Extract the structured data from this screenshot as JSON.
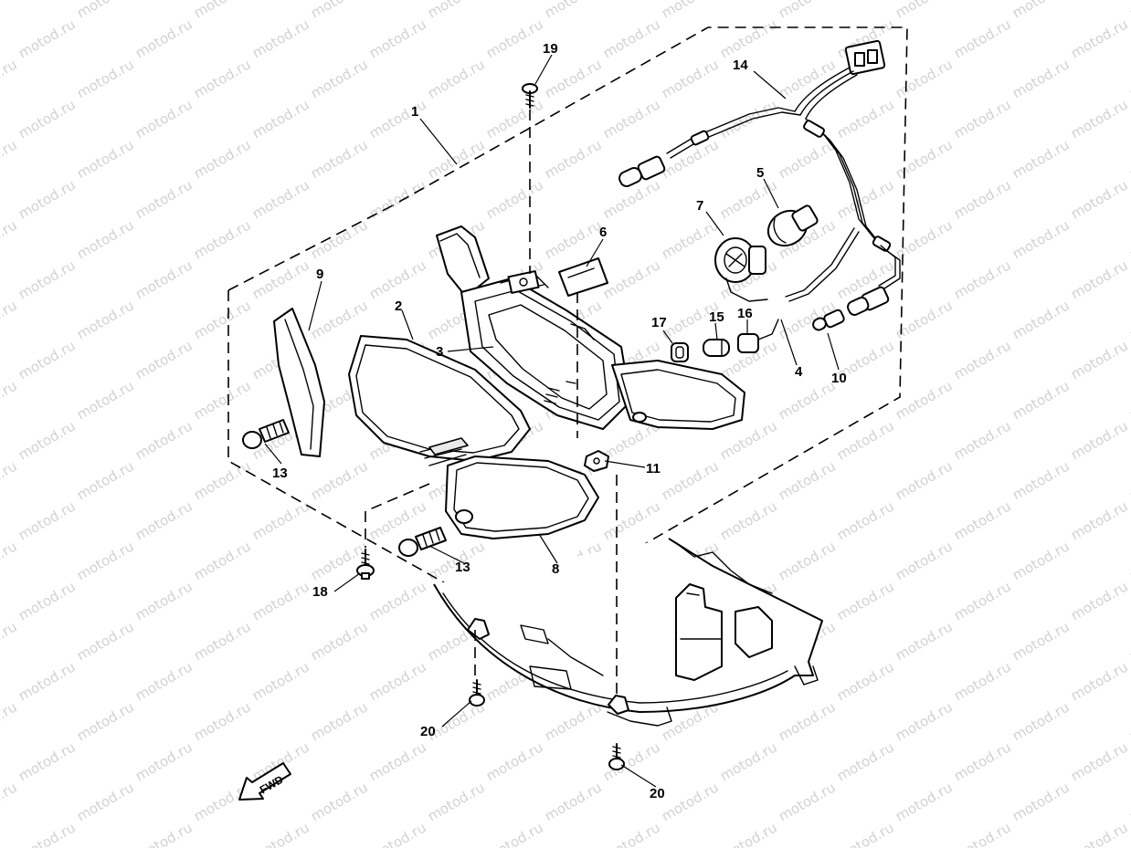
{
  "diagram": {
    "watermark": "motod.ru",
    "direction_label": "FWD",
    "callouts": [
      {
        "id": "c1",
        "label": "1"
      },
      {
        "id": "c2",
        "label": "2"
      },
      {
        "id": "c3",
        "label": "3"
      },
      {
        "id": "c4",
        "label": "4"
      },
      {
        "id": "c5",
        "label": "5"
      },
      {
        "id": "c6",
        "label": "6"
      },
      {
        "id": "c7",
        "label": "7"
      },
      {
        "id": "c8",
        "label": "8"
      },
      {
        "id": "c9",
        "label": "9"
      },
      {
        "id": "c10",
        "label": "10"
      },
      {
        "id": "c11",
        "label": "11"
      },
      {
        "id": "c13a",
        "label": "13"
      },
      {
        "id": "c13b",
        "label": "13"
      },
      {
        "id": "c14",
        "label": "14"
      },
      {
        "id": "c15",
        "label": "15"
      },
      {
        "id": "c16",
        "label": "16"
      },
      {
        "id": "c17",
        "label": "17"
      },
      {
        "id": "c18",
        "label": "18"
      },
      {
        "id": "c19",
        "label": "19"
      },
      {
        "id": "c20a",
        "label": "20"
      },
      {
        "id": "c20b",
        "label": "20"
      }
    ]
  }
}
